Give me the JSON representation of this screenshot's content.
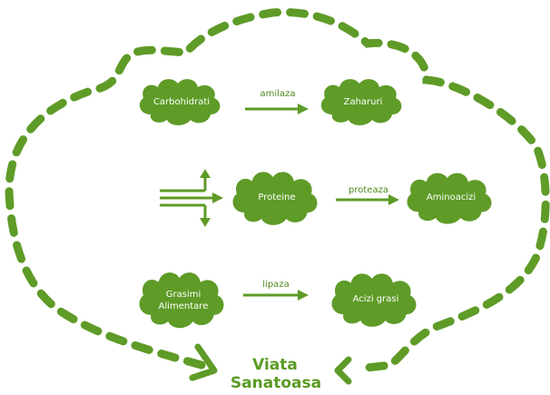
{
  "colors": {
    "primary": "#5e9b27",
    "label": "#4d8a1f"
  },
  "nodes": {
    "carbohidrati": "Carbohidrati",
    "zaharuri": "Zaharuri",
    "proteine": "Proteine",
    "aminoacizi": "Aminoacizi",
    "grasimi": "Grasimi\nAlimentare",
    "acizi": "Acizi grasi"
  },
  "edges": {
    "amilaza": "amilaza",
    "proteaza": "proteaza",
    "lipaza": "lipaza"
  },
  "title": {
    "line1": "Viata",
    "line2": "Sanatoasa"
  }
}
